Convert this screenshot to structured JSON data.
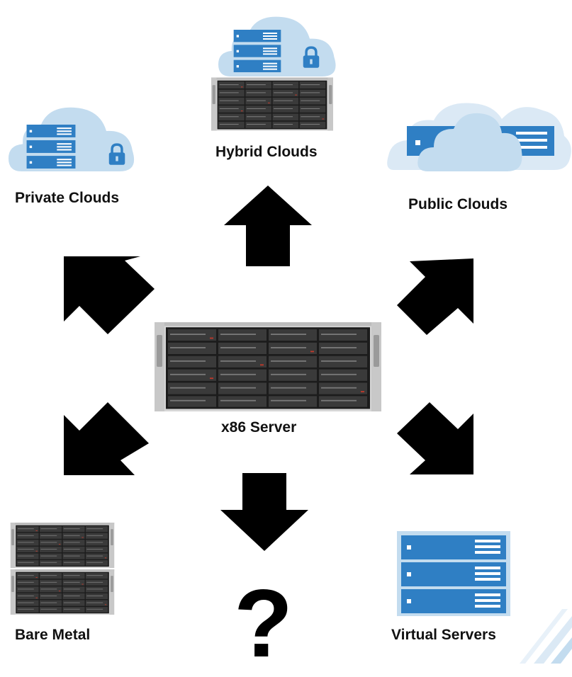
{
  "center": {
    "label": "x86 Server",
    "icon": "rack-server-icon"
  },
  "destinations": {
    "hybrid": {
      "label": "Hybrid Clouds",
      "icon": "hybrid-cloud-icon"
    },
    "private": {
      "label": "Private Clouds",
      "icon": "private-cloud-icon"
    },
    "public": {
      "label": "Public Clouds",
      "icon": "public-cloud-icon"
    },
    "bare_metal": {
      "label": "Bare Metal",
      "icon": "bare-metal-servers-icon"
    },
    "virtual": {
      "label": "Virtual Servers",
      "icon": "virtual-servers-icon"
    },
    "unknown": {
      "label": "?",
      "icon": "question-mark"
    }
  },
  "colors": {
    "cloud": "#c3dcef",
    "server_blue": "#2f7fc4",
    "arrow": "#000000",
    "rack_body": "#222222"
  }
}
